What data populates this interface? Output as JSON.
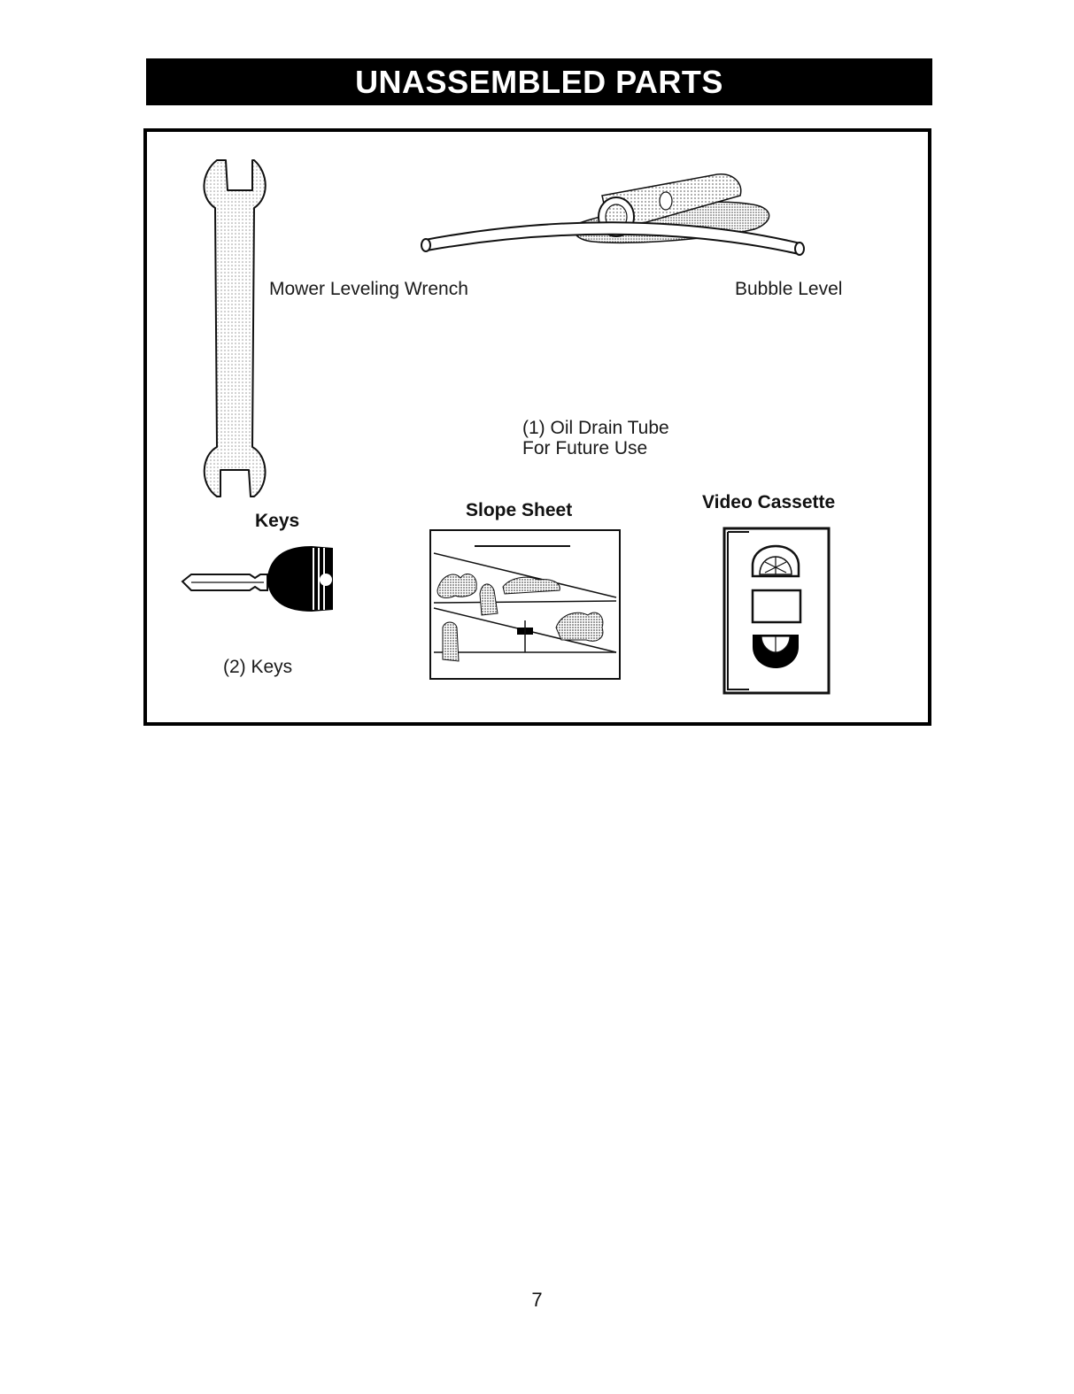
{
  "header": {
    "title": "UNASSEMBLED PARTS"
  },
  "parts": {
    "wrench": {
      "label": "Mower Leveling Wrench",
      "icon": "wrench-icon"
    },
    "bubble_level": {
      "label": "Bubble Level",
      "icon": "bubble-level-icon"
    },
    "oil_drain_tube": {
      "label_line1": "(1) Oil Drain Tube",
      "label_line2": "For Future Use",
      "icon": "tube-icon"
    },
    "keys": {
      "heading": "Keys",
      "label": "(2) Keys",
      "icon": "key-icon"
    },
    "slope_sheet": {
      "heading": "Slope Sheet",
      "icon": "slope-sheet-icon"
    },
    "video_cassette": {
      "heading": "Video Cassette",
      "icon": "video-cassette-icon"
    }
  },
  "footer": {
    "page_number": "7"
  }
}
